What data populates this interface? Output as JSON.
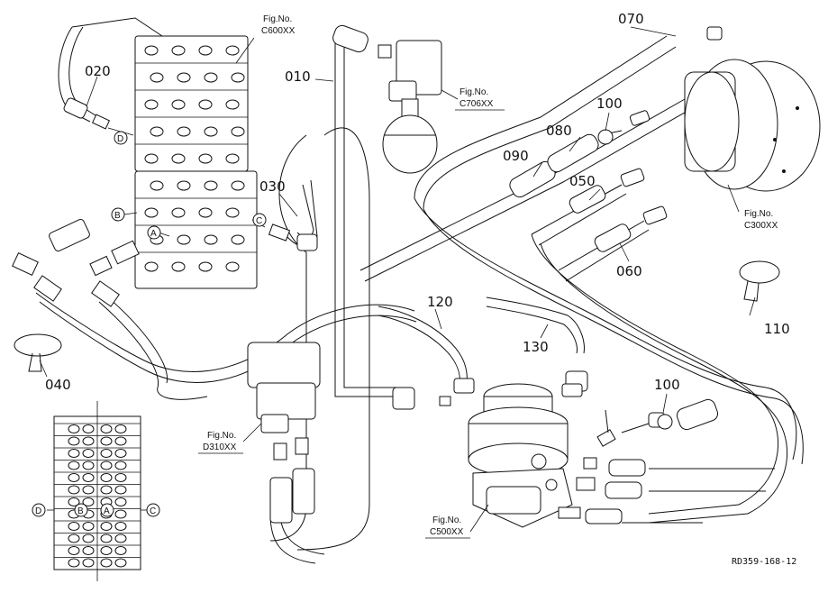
{
  "part_labels": {
    "p010": "010",
    "p020": "020",
    "p030": "030",
    "p040": "040",
    "p050": "050",
    "p060": "060",
    "p070": "070",
    "p080": "080",
    "p090": "090",
    "p100a": "100",
    "p100b": "100",
    "p110": "110",
    "p120": "120",
    "p130": "130"
  },
  "figure_refs": {
    "c600": {
      "label": "Fig.No.",
      "code": "C600XX"
    },
    "c706": {
      "label": "Fig.No.",
      "code": "C706XX"
    },
    "c300": {
      "label": "Fig.No.",
      "code": "C300XX"
    },
    "d310": {
      "label": "Fig.No.",
      "code": "D310XX"
    },
    "c500": {
      "label": "Fig.No.",
      "code": "C500XX"
    }
  },
  "port_markers": {
    "d_top": "D",
    "b_mid": "B",
    "a_mid": "A",
    "c_mid": "C",
    "d_inset": "D",
    "b_inset": "B",
    "a_inset": "A",
    "c_inset": "C"
  },
  "drawing_code": "RD359-168-12"
}
